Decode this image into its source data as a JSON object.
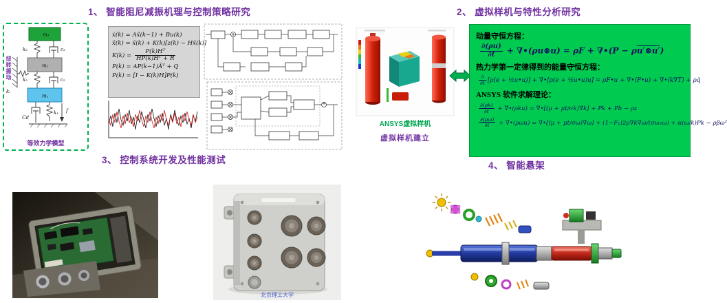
{
  "headings": {
    "s1": "1、 智能阻尼减振机理与控制策略研究",
    "s2": "2、 虚拟样机与特性分析研究",
    "s3": "3、 控制系统开发及性能测试",
    "s4": "4、 智能悬架"
  },
  "colors": {
    "heading_purple": "#7030A0",
    "green_panel": "#00CB50",
    "model_border_green": "#00B050",
    "equation_navy": "#10105E",
    "ansys_label_green": "#00A550"
  },
  "mech_model": {
    "caption": "等效力学模型",
    "side_label": "扭转振动",
    "mass_top": "m₃",
    "mass_mid": "m₂",
    "mass_bot": "m₁",
    "spring_top": "k₃",
    "damper_top": "c₃",
    "spring_mid": "k₂",
    "damper_mid": "c₂",
    "wall_spring": "kᵣ",
    "damper_ctrl": "Cd",
    "spring_bot": "k₁",
    "force": "f"
  },
  "kalman": {
    "l1": "ẋ(k) = Ax̂(k−1) + Bu(k)",
    "l2": "x̂(k) = x̂(k) + K(k)[z(k) − Hx̂(k)]",
    "l3_pre": "K(k) =",
    "l3_num": "P(k)Hᵀ",
    "l3_den": "HP(k)Hᵀ + R",
    "l4": "P(k) = AP(k−1)Āᵀ + Q",
    "l5": "P(k) = [I − K(k)H]P(k)"
  },
  "ansys": {
    "label_green": "ANSYS虚拟样机",
    "label_purple": "虚拟样机建立"
  },
  "green_box": {
    "h1": "动量守恒方程：",
    "eq1_num": "∂(ρu)",
    "eq1_den": "∂t",
    "eq1_a": " + ∇•(ρu⊗u) = ρF + ∇•(P − ρ",
    "eq1_ol": "u′⊗u′",
    "eq1_b": ")",
    "h2": "热力学第一定律得到的能量守恒方程：",
    "eq2_num": "∂",
    "eq2_den": "∂t",
    "eq2_rest": "[ρ(e + ½u•u)] + ∇•[ρ(e + ½u•u)u] = ρF•u + ∇•(P•u) + ∇•(k∇T) + ρq̇",
    "h3": "ANSYS 软件求解理论：",
    "eq3_num": "∂(ρk)",
    "eq3_den": "∂t",
    "eq3_rest": " + ∇•(ρku) = ∇•[(μ + μt/σk)∇k] + Pk + Pb − ρε",
    "eq4_num": "∂(ρω)",
    "eq4_den": "∂t",
    "eq4_rest": " + ∇•(ρωu) = ∇•[(μ + μt/σω)∇ω] + (1−F₁)2ρ∇k∇ω/(σω₂ω) + α(ω/k)Pk − ρβω²"
  },
  "photo2": {
    "watermark": "北京理工大学"
  }
}
